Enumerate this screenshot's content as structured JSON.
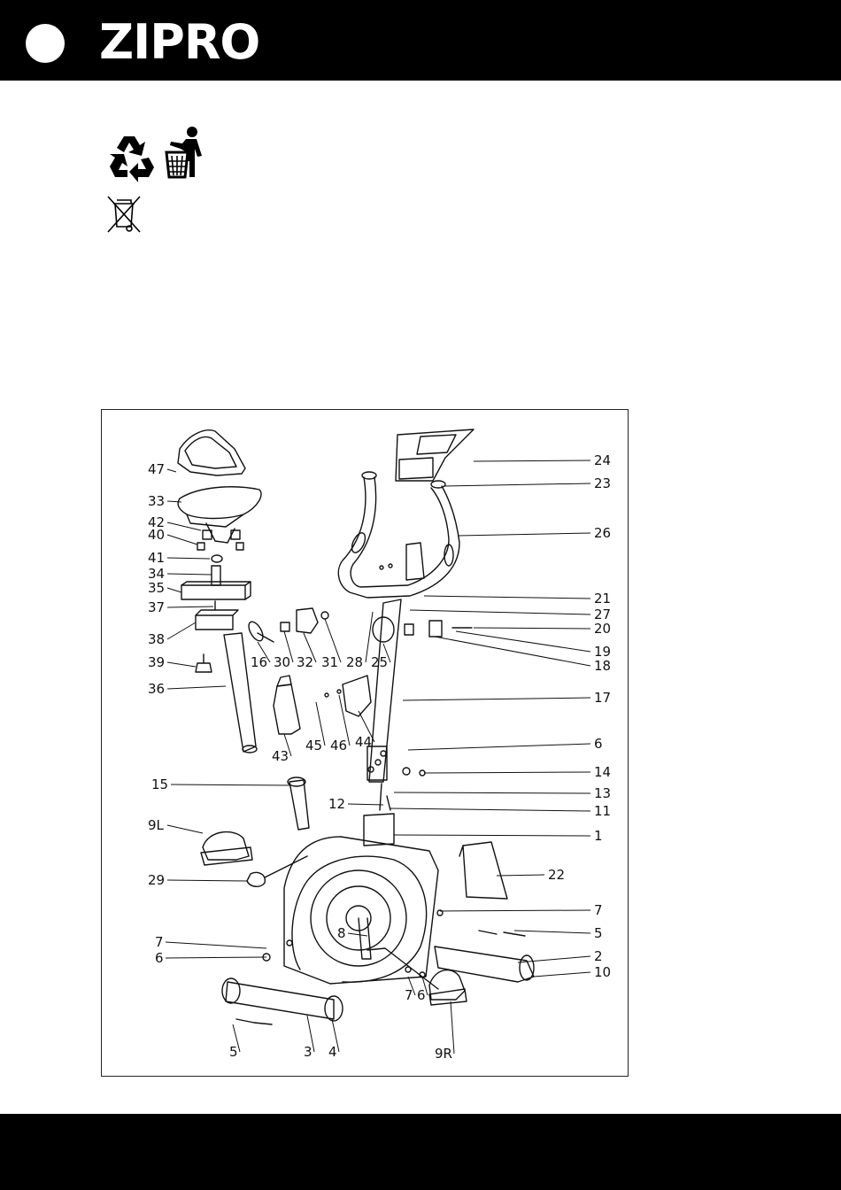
{
  "header": {
    "brand": "ZIPRO"
  },
  "symbols": {
    "recycle": "recycle-icon",
    "tidy": "tidy-man-bin-icon",
    "weee": "crossed-out-wheelie-bin-icon"
  },
  "diagram": {
    "part_labels": [
      "47",
      "33",
      "42",
      "40",
      "41",
      "34",
      "35",
      "37",
      "38",
      "39",
      "36",
      "16",
      "30",
      "32",
      "31",
      "28",
      "25",
      "43",
      "45",
      "46",
      "44",
      "15",
      "9L",
      "29",
      "7",
      "6",
      "8",
      "24",
      "23",
      "26",
      "21",
      "27",
      "20",
      "19",
      "18",
      "17",
      "6",
      "14",
      "13",
      "12",
      "11",
      "1",
      "22",
      "7",
      "5",
      "2",
      "10",
      "7",
      "6",
      "5",
      "3",
      "4",
      "9R"
    ]
  }
}
